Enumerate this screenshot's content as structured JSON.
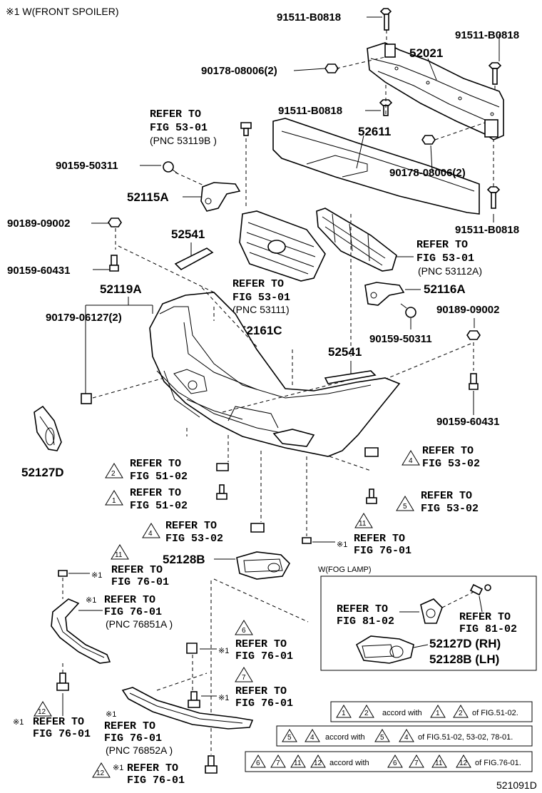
{
  "header_note": "※1 W(FRONT SPOILER)",
  "labels": {
    "l1": "91511-B0818",
    "l2": "91511-B0818",
    "l3": "52021",
    "l4": "90178-08006(2)",
    "l5": "91511-B0818",
    "l6": "52611",
    "l7": "90178-08006(2)",
    "l8": "91511-B0818",
    "l9": "90159-50311",
    "l10": "52115A",
    "l11": "90189-09002",
    "l12": "52541",
    "l13": "90159-60431",
    "l14": "52119A",
    "l15": "90179-06127(2)",
    "l16": "52161C",
    "l17": "52116A",
    "l18": "90189-09002",
    "l19": "90159-50311",
    "l20": "52541",
    "l21": "90159-60431",
    "l22": "52127D",
    "l23": "52128B"
  },
  "refs": {
    "r1a": "REFER TO",
    "r1b": "FIG 53-01",
    "r1c": "(PNC 53119B )",
    "r2a": "REFER TO",
    "r2b": "FIG 53-01",
    "r2c": "(PNC 53111)",
    "r3a": "REFER TO",
    "r3b": "FIG 53-01",
    "r3c": "(PNC 53112A)",
    "r4a": "REFER TO",
    "r4b": "FIG 51-02",
    "r5a": "REFER TO",
    "r5b": "FIG 51-02",
    "r6a": "REFER TO",
    "r6b": "FIG 53-02",
    "r7a": "REFER TO",
    "r7b": "FIG 53-02",
    "r8a": "REFER TO",
    "r8b": "FIG 53-02",
    "r9a": "REFER TO",
    "r9b": "FIG 76-01",
    "r10a": "REFER TO",
    "r10b": "FIG 76-01",
    "r11a": "REFER TO",
    "r11b": "FIG 76-01",
    "r11c": "(PNC 76851A )",
    "r12a": "REFER TO",
    "r12b": "FIG 76-01",
    "r13a": "REFER TO",
    "r13b": "FIG 76-01",
    "r14a": "REFER TO",
    "r14b": "FIG 76-01",
    "r15a": "REFER TO",
    "r15b": "FIG 76-01",
    "r15c": "(PNC 76852A )",
    "r16a": "REFER TO",
    "r16b": "FIG 76-01"
  },
  "marks": {
    "star": "※1",
    "t1": "1",
    "t2": "2",
    "t4": "4",
    "t5": "5",
    "t6": "6",
    "t7": "7",
    "t11": "11",
    "t12": "12"
  },
  "fog": {
    "title": "W(FOG LAMP)",
    "ref1a": "REFER TO",
    "ref1b": "FIG 81-02",
    "ref2a": "REFER TO",
    "ref2b": "FIG 81-02",
    "p1": "52127D (RH)",
    "p2": "52128B (LH)"
  },
  "notes": {
    "n1": "accord with",
    "n1b": "of FIG.51-02.",
    "n2": "accord with",
    "n2b": "of FIG.51-02, 53-02, 78-01.",
    "n3": "accord with",
    "n3b": "of FIG.76-01."
  },
  "figure_code": "521091D"
}
